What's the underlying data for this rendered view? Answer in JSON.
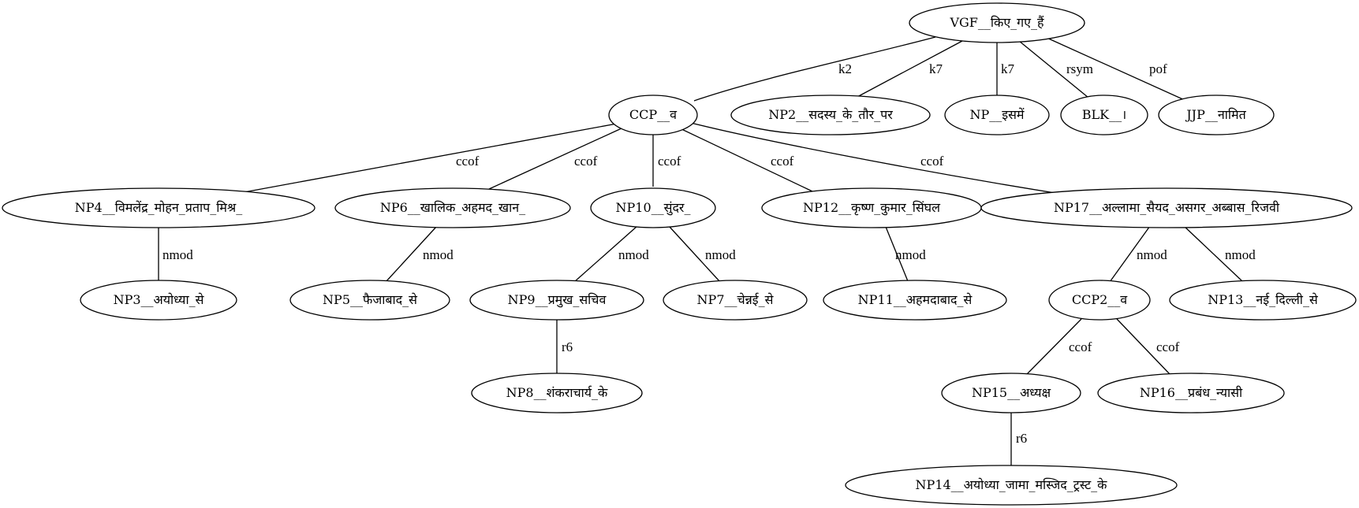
{
  "nodes": {
    "vgf": "VGF__किए_गए_हैं",
    "ccp": "CCP__व",
    "np2": "NP2__सदस्य_के_तौर_पर",
    "np": "NP__इसमें",
    "blk": "BLK__।",
    "jjp": "JJP__नामित",
    "np4": "NP4__विमलेंद्र_मोहन_प्रताप_मिश्र_",
    "np6": "NP6__खालिक_अहमद_खान_",
    "np10": "NP10__सुंदर_",
    "np12": "NP12__कृष्ण_कुमार_सिंघल",
    "np17": "NP17__अल्लामा_सैयद_असगर_अब्बास_रिजवी",
    "np3": "NP3__अयोध्या_से",
    "np5": "NP5__फैजाबाद_से",
    "np9": "NP9__प्रमुख_सचिव",
    "np7": "NP7__चेन्नई_से",
    "np11": "NP11__अहमदाबाद_से",
    "ccp2": "CCP2__व",
    "np13": "NP13__नई_दिल्ली_से",
    "np8": "NP8__शंकराचार्य_के",
    "np15": "NP15__अध्यक्ष",
    "np16": "NP16__प्रबंध_न्यासी",
    "np14": "NP14__अयोध्या_जामा_मस्जिद_ट्रस्ट_के"
  },
  "edges": {
    "vgf_ccp": "k2",
    "vgf_np2": "k7",
    "vgf_np": "k7",
    "vgf_blk": "rsym",
    "vgf_jjp": "pof",
    "ccp_np4": "ccof",
    "ccp_np6": "ccof",
    "ccp_np10": "ccof",
    "ccp_np12": "ccof",
    "ccp_np17": "ccof",
    "np4_np3": "nmod",
    "np6_np5": "nmod",
    "np10_np9": "nmod",
    "np10_np7": "nmod",
    "np12_np11": "nmod",
    "np17_ccp2": "nmod",
    "np17_np13": "nmod",
    "np9_np8": "r6",
    "ccp2_np15": "ccof",
    "ccp2_np16": "ccof",
    "np15_np14": "r6"
  }
}
